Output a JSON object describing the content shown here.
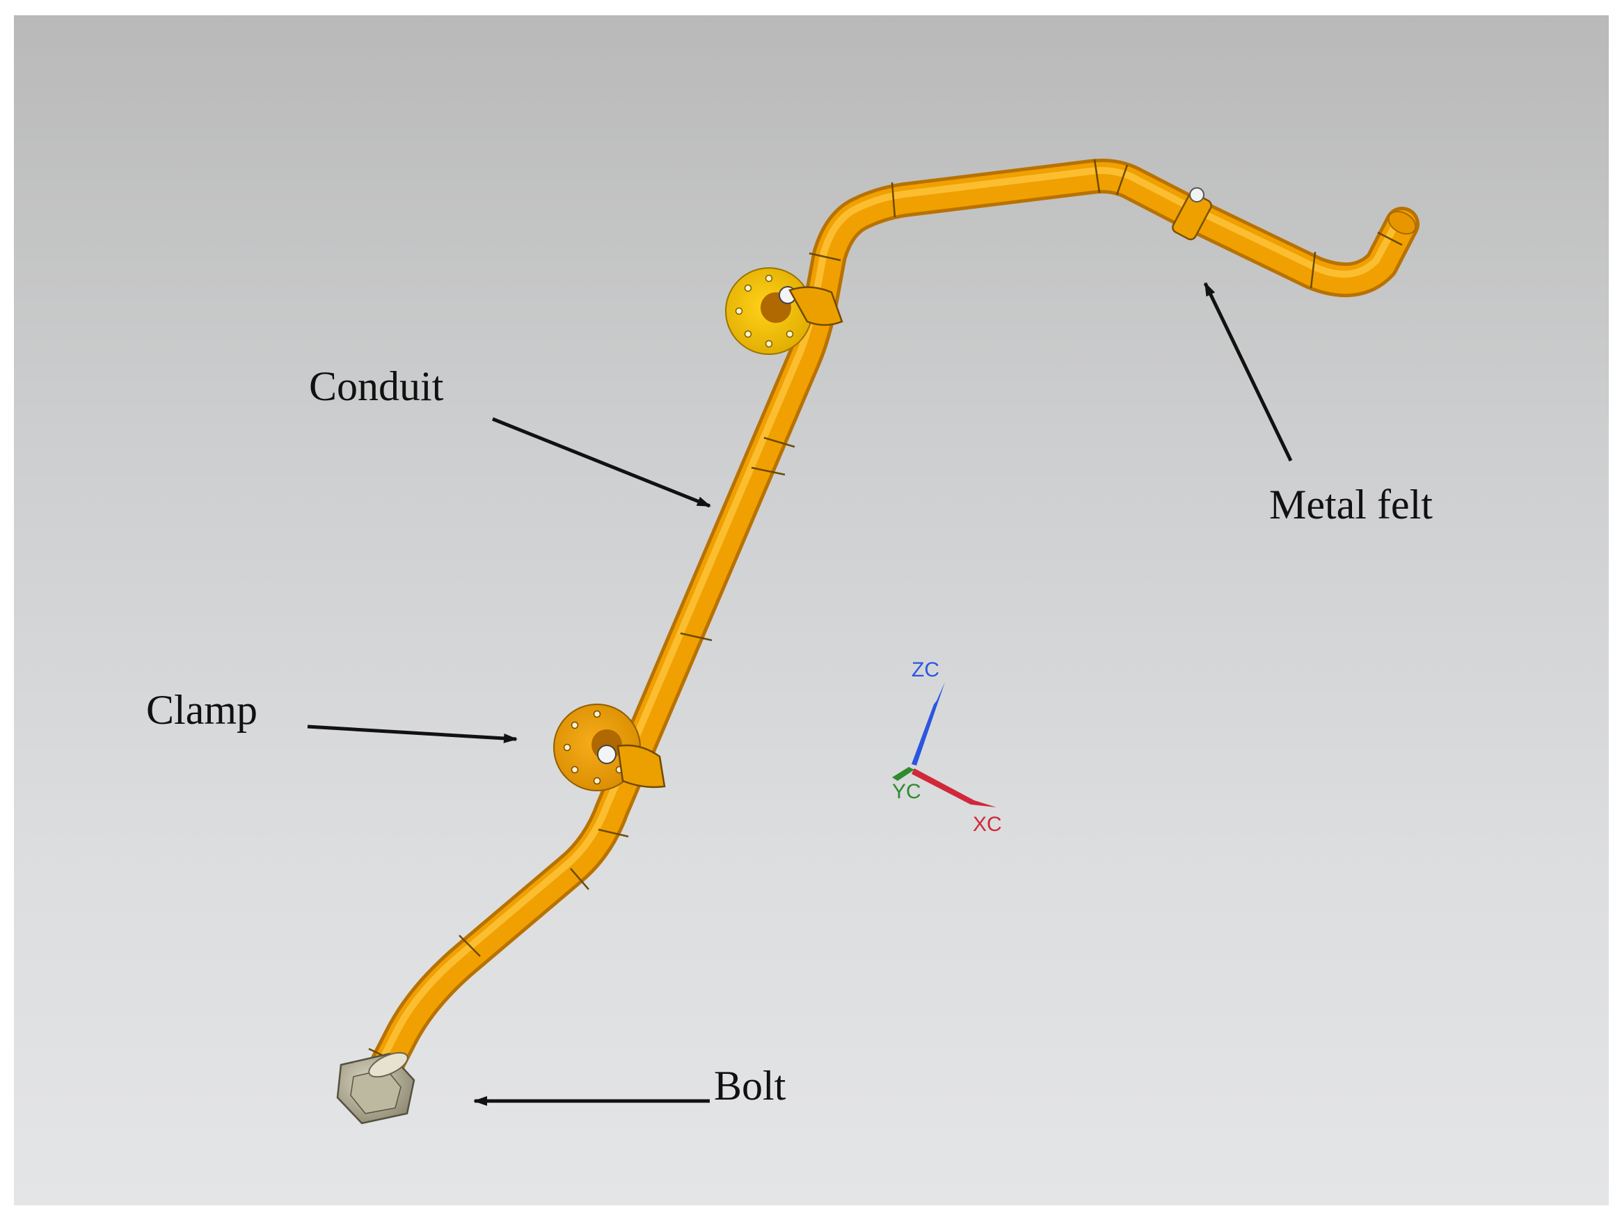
{
  "labels": {
    "conduit": "Conduit",
    "metal_felt": "Metal felt",
    "clamp": "Clamp",
    "bolt": "Bolt"
  },
  "triad": {
    "z_label": "ZC",
    "y_label": "YC",
    "x_label": "XC",
    "z_color": "#2a56e0",
    "y_color": "#2e8b2e",
    "x_color": "#d0283a"
  },
  "colors": {
    "pipe": "#f0a000",
    "pipe_shadow": "#c27a00",
    "pipe_highlight": "#ffc23a",
    "flange_upper": "#f3c300",
    "flange_lower": "#eda20a",
    "bolt": "#a9a48a"
  }
}
